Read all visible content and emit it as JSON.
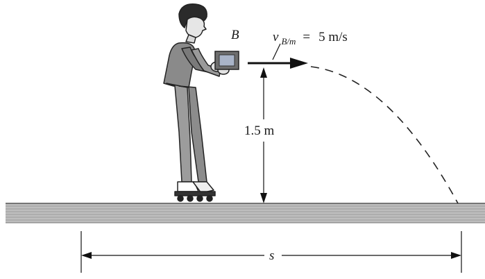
{
  "diagram": {
    "block_label": "B",
    "velocity": {
      "symbol": "v",
      "subscript": "B/m",
      "equals": "=",
      "value_text": "5 m/s"
    },
    "height_label": "1.5 m",
    "distance_label": "s"
  }
}
